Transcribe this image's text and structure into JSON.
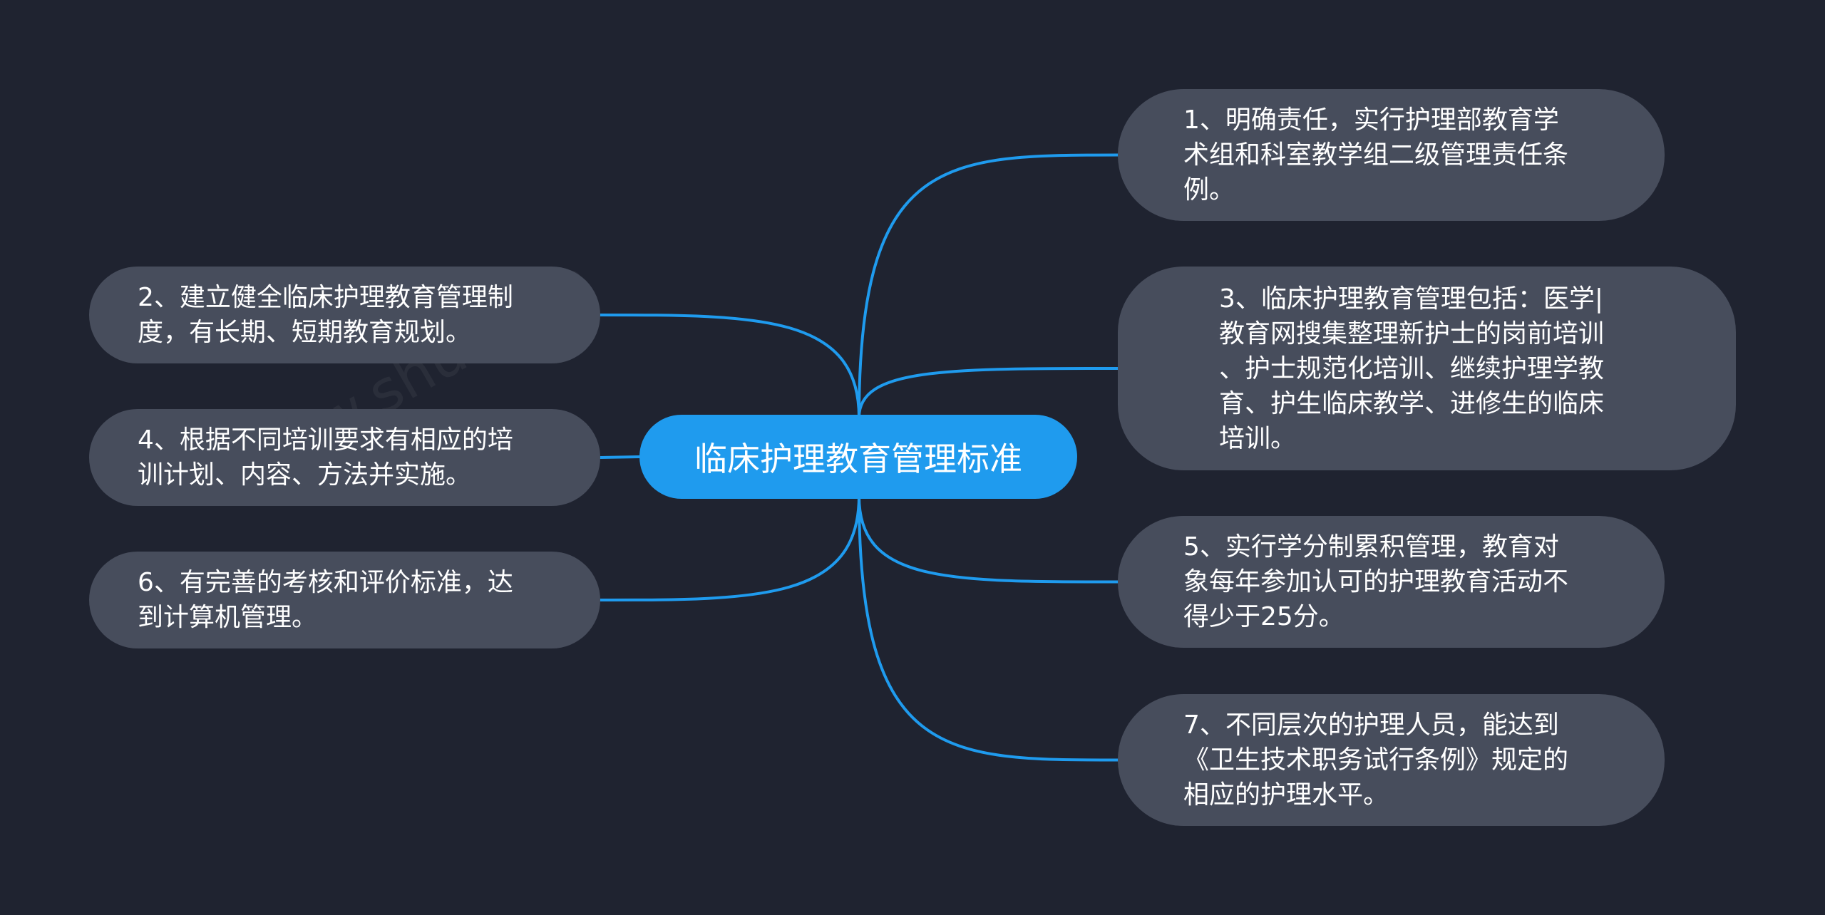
{
  "colors": {
    "background": "#1f2330",
    "central_fill": "#1f9bee",
    "branch_fill": "#474d5c",
    "connector": "#1f9bee",
    "text": "#ffffff"
  },
  "central": {
    "label": "临床护理教育管理标准"
  },
  "branches": [
    {
      "id": "b1",
      "side": "right",
      "text": "1、明确责任，实行护理部教育学\n术组和科室教学组二级管理责任条\n例。"
    },
    {
      "id": "b2",
      "side": "left",
      "text": "2、建立健全临床护理教育管理制\n度，有长期、短期教育规划。"
    },
    {
      "id": "b3",
      "side": "right",
      "text": "3、临床护理教育管理包括：医学|\n教育网搜集整理新护士的岗前培训\n、护士规范化培训、继续护理学教\n育、护生临床教学、进修生的临床\n培训。"
    },
    {
      "id": "b4",
      "side": "left",
      "text": "4、根据不同培训要求有相应的培\n训计划、内容、方法并实施。"
    },
    {
      "id": "b5",
      "side": "right",
      "text": "5、实行学分制累积管理，教育对\n象每年参加认可的护理教育活动不\n得少于25分。"
    },
    {
      "id": "b6",
      "side": "left",
      "text": "6、有完善的考核和评价标准，达\n到计算机管理。"
    },
    {
      "id": "b7",
      "side": "right",
      "text": "7、不同层次的护理人员，能达到\n《卫生技术职务试行条例》规定的\n相应的护理水平。"
    }
  ]
}
